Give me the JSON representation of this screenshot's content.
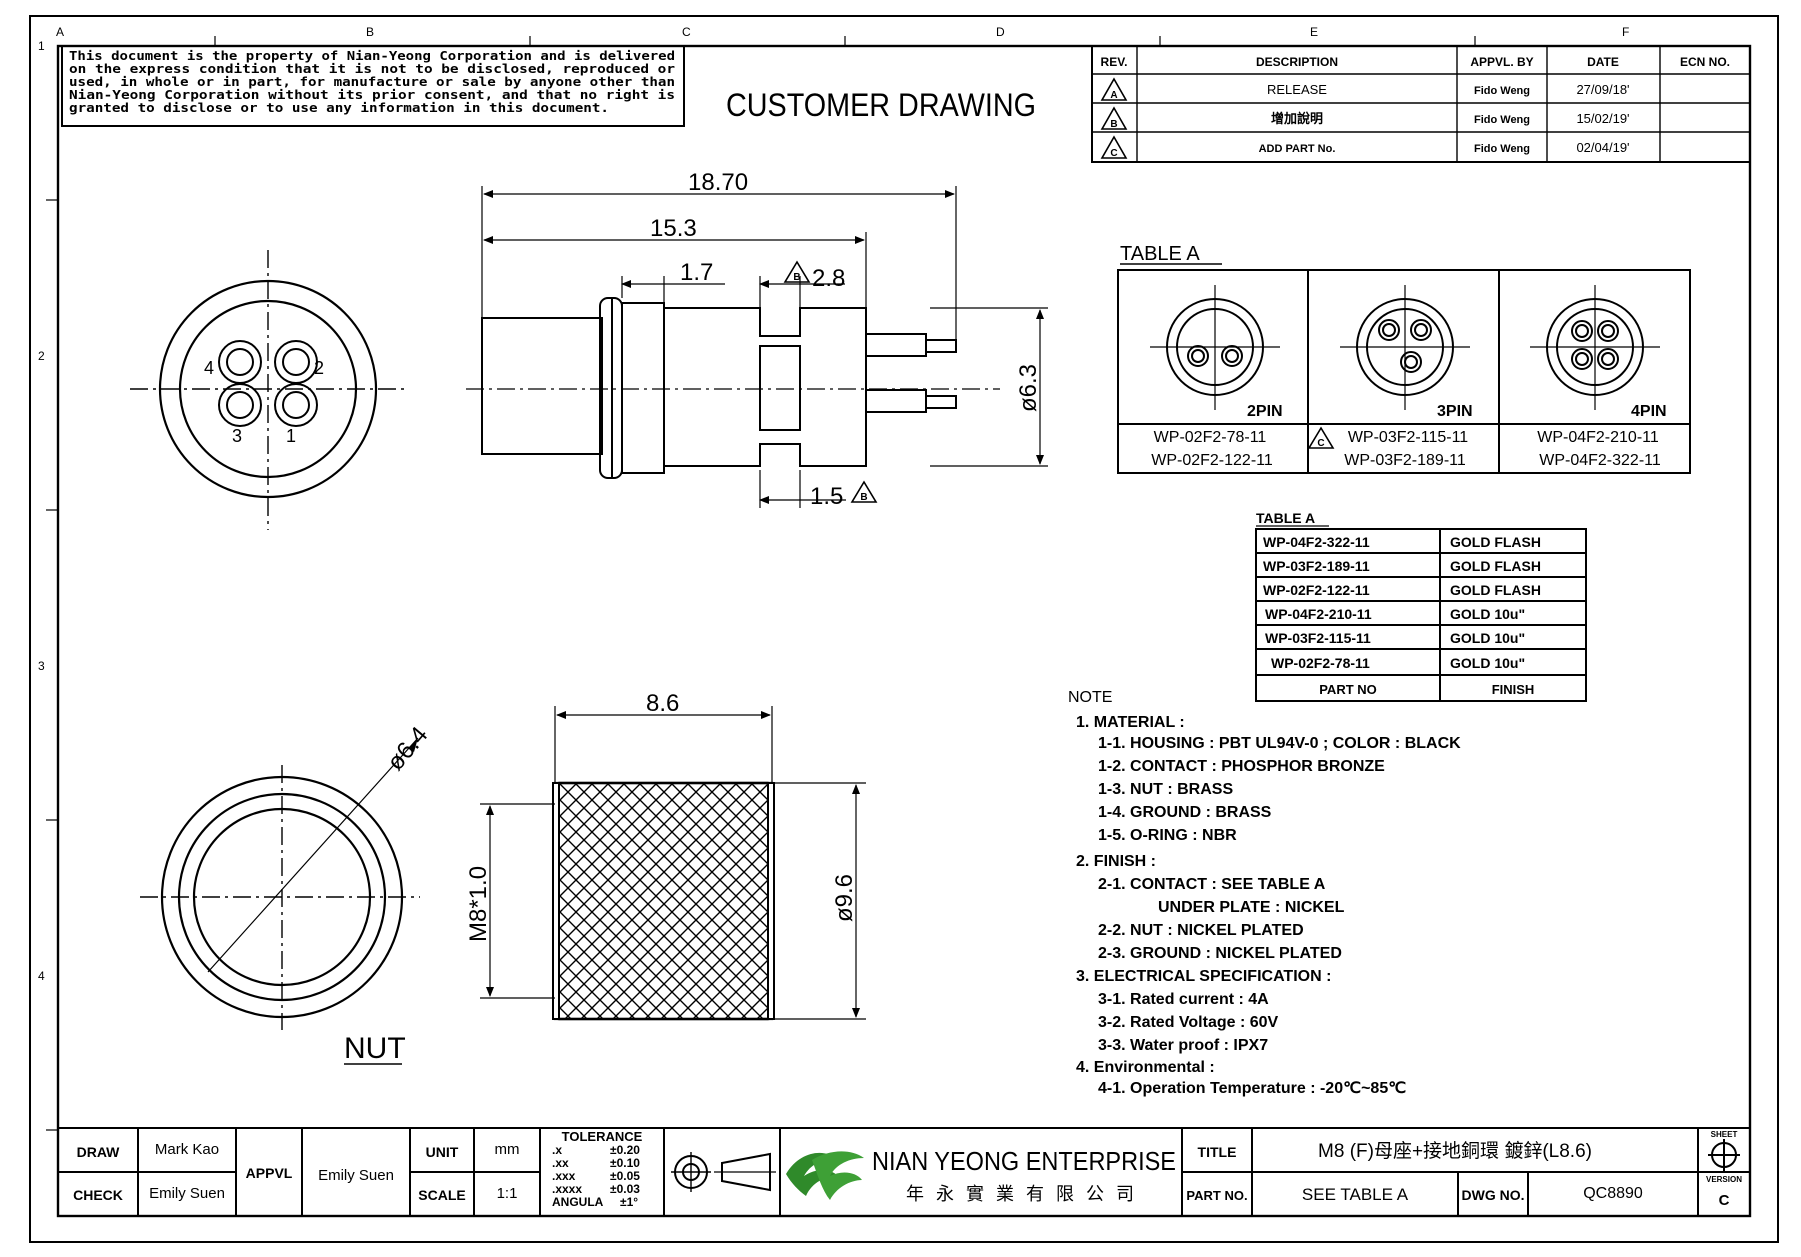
{
  "grid": {
    "columns": [
      "A",
      "B",
      "C",
      "D",
      "E",
      "F"
    ],
    "rows": [
      "1",
      "2",
      "3",
      "4"
    ]
  },
  "notice_lines": [
    "This document is the property of Nian-Yeong Corporation and is delivered",
    "on the express condition that it is not to be disclosed, reproduced or",
    "used, in whole or in part, for manufacture or sale by anyone other than",
    "Nian-Yeong Corporation without its prior consent, and that no right is",
    "granted to disclose or to use any information in this document."
  ],
  "drawing_title": "CUSTOMER DRAWING",
  "revision_table": {
    "headers": [
      "REV.",
      "DESCRIPTION",
      "APPVL. BY",
      "DATE",
      "ECN NO."
    ],
    "rows": [
      {
        "rev": "A",
        "description": "RELEASE",
        "approved_by": "Fido Weng",
        "date": "27/09/18'",
        "ecn": ""
      },
      {
        "rev": "B",
        "description": "增加說明",
        "approved_by": "Fido Weng",
        "date": "15/02/19'",
        "ecn": ""
      },
      {
        "rev": "C",
        "description": "ADD PART No.",
        "approved_by": "Fido Weng",
        "date": "02/04/19'",
        "ecn": ""
      }
    ]
  },
  "dimensions": {
    "overall_length": "18.70",
    "body_length": "15.3",
    "flange": "1.7",
    "groove": "2.8",
    "diameter_body": "ø6.3",
    "bottom_gap": "1.5",
    "nut_diameter": "ø6.4",
    "nut_length": "8.6",
    "thread": "M8*1.0",
    "nut_outer": "ø9.6",
    "rev_marker": "B"
  },
  "pin_labels": [
    "1",
    "2",
    "3",
    "4"
  ],
  "nut_label": "NUT",
  "table_a_title": "TABLE A",
  "pin_variants": [
    {
      "label": "2PIN",
      "parts": [
        "WP-02F2-78-11",
        "WP-02F2-122-11"
      ],
      "marker": ""
    },
    {
      "label": "3PIN",
      "parts": [
        "WP-03F2-115-11",
        "WP-03F2-189-11"
      ],
      "marker": "C"
    },
    {
      "label": "4PIN",
      "parts": [
        "WP-04F2-210-11",
        "WP-04F2-322-11"
      ],
      "marker": ""
    }
  ],
  "finish_table": {
    "title": "TABLE A",
    "rows": [
      [
        "WP-04F2-322-11",
        "GOLD FLASH"
      ],
      [
        "WP-03F2-189-11",
        "GOLD FLASH"
      ],
      [
        "WP-02F2-122-11",
        "GOLD FLASH"
      ],
      [
        "WP-04F2-210-11",
        "GOLD 10u\""
      ],
      [
        "WP-03F2-115-11",
        "GOLD 10u\""
      ],
      [
        "WP-02F2-78-11",
        "GOLD 10u\""
      ]
    ],
    "headers": [
      "PART NO",
      "FINISH"
    ]
  },
  "notes": {
    "title": "NOTE",
    "lines": [
      "1. MATERIAL :",
      "1-1. HOUSING : PBT UL94V-0 ; COLOR : BLACK",
      "1-2. CONTACT : PHOSPHOR BRONZE",
      "1-3. NUT : BRASS",
      "1-4. GROUND : BRASS",
      "1-5. O-RING : NBR",
      "2. FINISH :",
      "2-1. CONTACT : SEE TABLE A",
      "UNDER PLATE : NICKEL",
      "2-2. NUT : NICKEL PLATED",
      "2-3. GROUND : NICKEL PLATED",
      "3. ELECTRICAL SPECIFICATION :",
      "3-1. Rated current : 4A",
      "3-2. Rated Voltage : 60V",
      "3-3. Water proof : IPX7",
      "4. Environmental :",
      "4-1. Operation Temperature : -20℃~85℃"
    ]
  },
  "title_block": {
    "draw_label": "DRAW",
    "draw_value": "Mark Kao",
    "check_label": "CHECK",
    "check_value": "Emily Suen",
    "appvl_label": "APPVL",
    "appvl_value": "Emily Suen",
    "unit_label": "UNIT",
    "unit_value": "mm",
    "scale_label": "SCALE",
    "scale_value": "1:1",
    "tolerance_title": "TOLERANCE",
    "tolerance_rows": [
      [
        ".x",
        "±0.20"
      ],
      [
        ".xx",
        "±0.10"
      ],
      [
        ".xxx",
        "±0.05"
      ],
      [
        ".xxxx",
        "±0.03"
      ],
      [
        "ANGULA",
        "±1°"
      ]
    ],
    "company_name": "NIAN YEONG ENTERPRISE",
    "company_chinese": "年 永 實 業 有 限 公 司",
    "title_label": "TITLE",
    "title_value": "M8 (F)母座+接地銅環 鍍鋅(L8.6)",
    "part_label": "PART NO.",
    "part_value": "SEE TABLE A",
    "dwg_label": "DWG NO.",
    "dwg_value": "QC8890",
    "sheet_label": "SHEET",
    "version_label": "VERSION",
    "version_value": "C"
  }
}
